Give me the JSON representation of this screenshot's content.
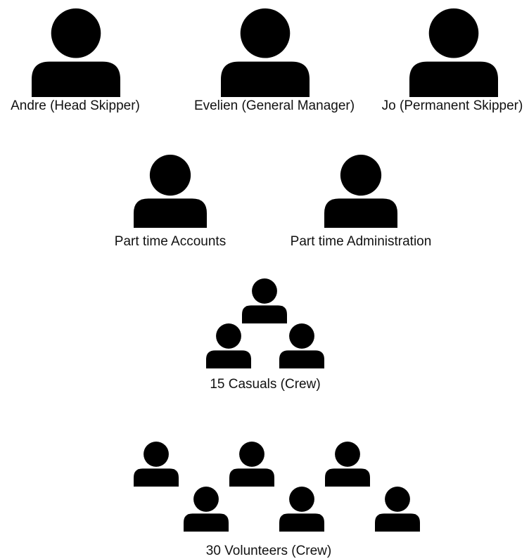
{
  "icon_color": "#000000",
  "row1": {
    "andre": "Andre (Head Skipper)",
    "evelien": "Evelien (General Manager)",
    "jo": "Jo (Permanent Skipper)"
  },
  "row2": {
    "accounts": "Part time Accounts",
    "administration": "Part time Administration"
  },
  "casuals": {
    "label": "15 Casuals (Crew)",
    "icon_count": 3
  },
  "volunteers": {
    "label": "30 Volunteers (Crew)",
    "icon_count": 6
  }
}
